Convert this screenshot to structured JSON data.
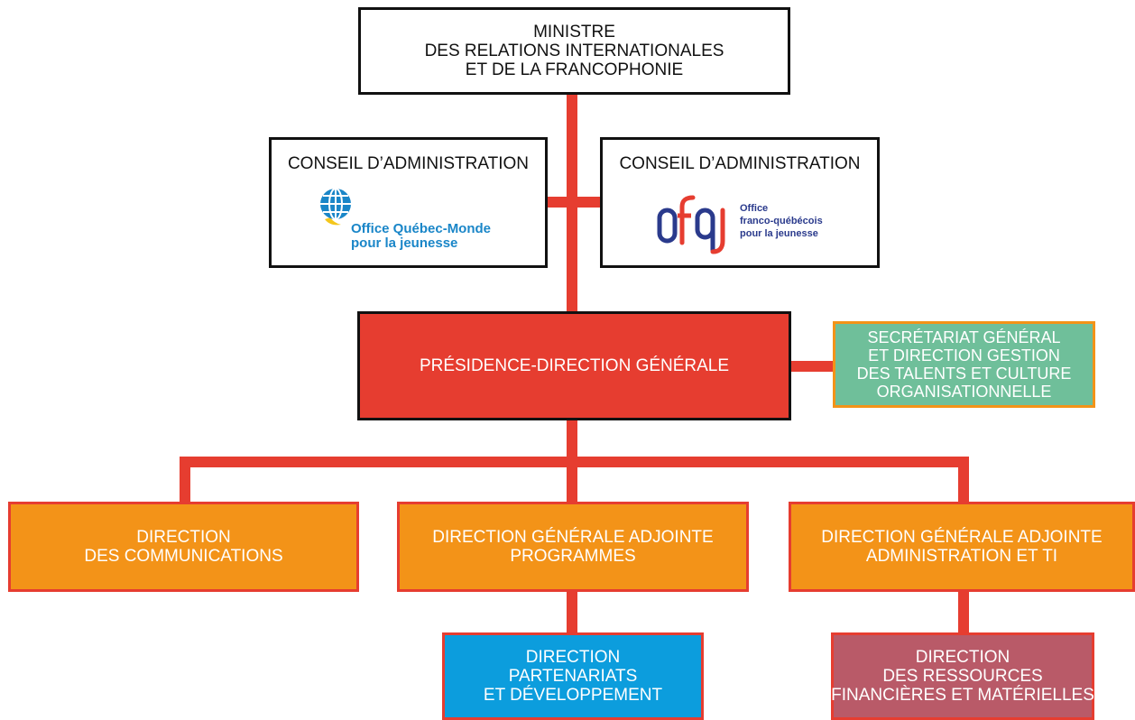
{
  "minister": {
    "line1": "MINISTRE",
    "line2": "DES RELATIONS INTERNATIONALES",
    "line3": "ET DE LA FRANCOPHONIE"
  },
  "board_left": {
    "title": "CONSEIL D’ADMINISTRATION",
    "logo_line1": "Office Québec-Monde",
    "logo_line2": "pour la jeunesse",
    "icon": "globe-logo-icon"
  },
  "board_right": {
    "title": "CONSEIL D’ADMINISTRATION",
    "logo_word": "ofqj",
    "logo_line1": "Office",
    "logo_line2": "franco-québécois",
    "logo_line3": "pour la jeunesse"
  },
  "presidency": {
    "label": "PRÉSIDENCE-DIRECTION GÉNÉRALE"
  },
  "secretariat": {
    "line1": "SECRÉTARIAT GÉNÉRAL",
    "line2": "ET DIRECTION GESTION",
    "line3": "DES TALENTS ET CULTURE",
    "line4": "ORGANISATIONNELLE"
  },
  "communications": {
    "line1": "DIRECTION",
    "line2": "DES COMMUNICATIONS"
  },
  "programmes": {
    "line1": "DIRECTION GÉNÉRALE ADJOINTE",
    "line2": "PROGRAMMES"
  },
  "administration": {
    "line1": "DIRECTION GÉNÉRALE ADJOINTE",
    "line2": "ADMINISTRATION ET TI"
  },
  "partenariats": {
    "line1": "DIRECTION",
    "line2": "PARTENARIATS",
    "line3": "ET DÉVELOPPEMENT"
  },
  "ressources": {
    "line1": "DIRECTION",
    "line2": "DES RESSOURCES",
    "line3": "FINANCIÈRES ET MATÉRIELLES"
  },
  "colors": {
    "connector": "#e63d30",
    "presidency": "#e63d30",
    "direction": "#f39318",
    "secretariat": "#6fbf9a",
    "partenariats": "#0c9ddd",
    "ressources": "#b95a68"
  }
}
